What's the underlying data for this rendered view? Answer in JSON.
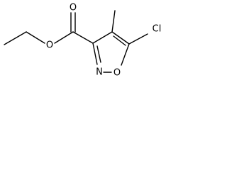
{
  "molecule": {
    "atoms": {
      "o_carbonyl": "O",
      "o_ester": "O",
      "n_ring": "N",
      "o_ring": "O",
      "cl": "Cl"
    }
  }
}
